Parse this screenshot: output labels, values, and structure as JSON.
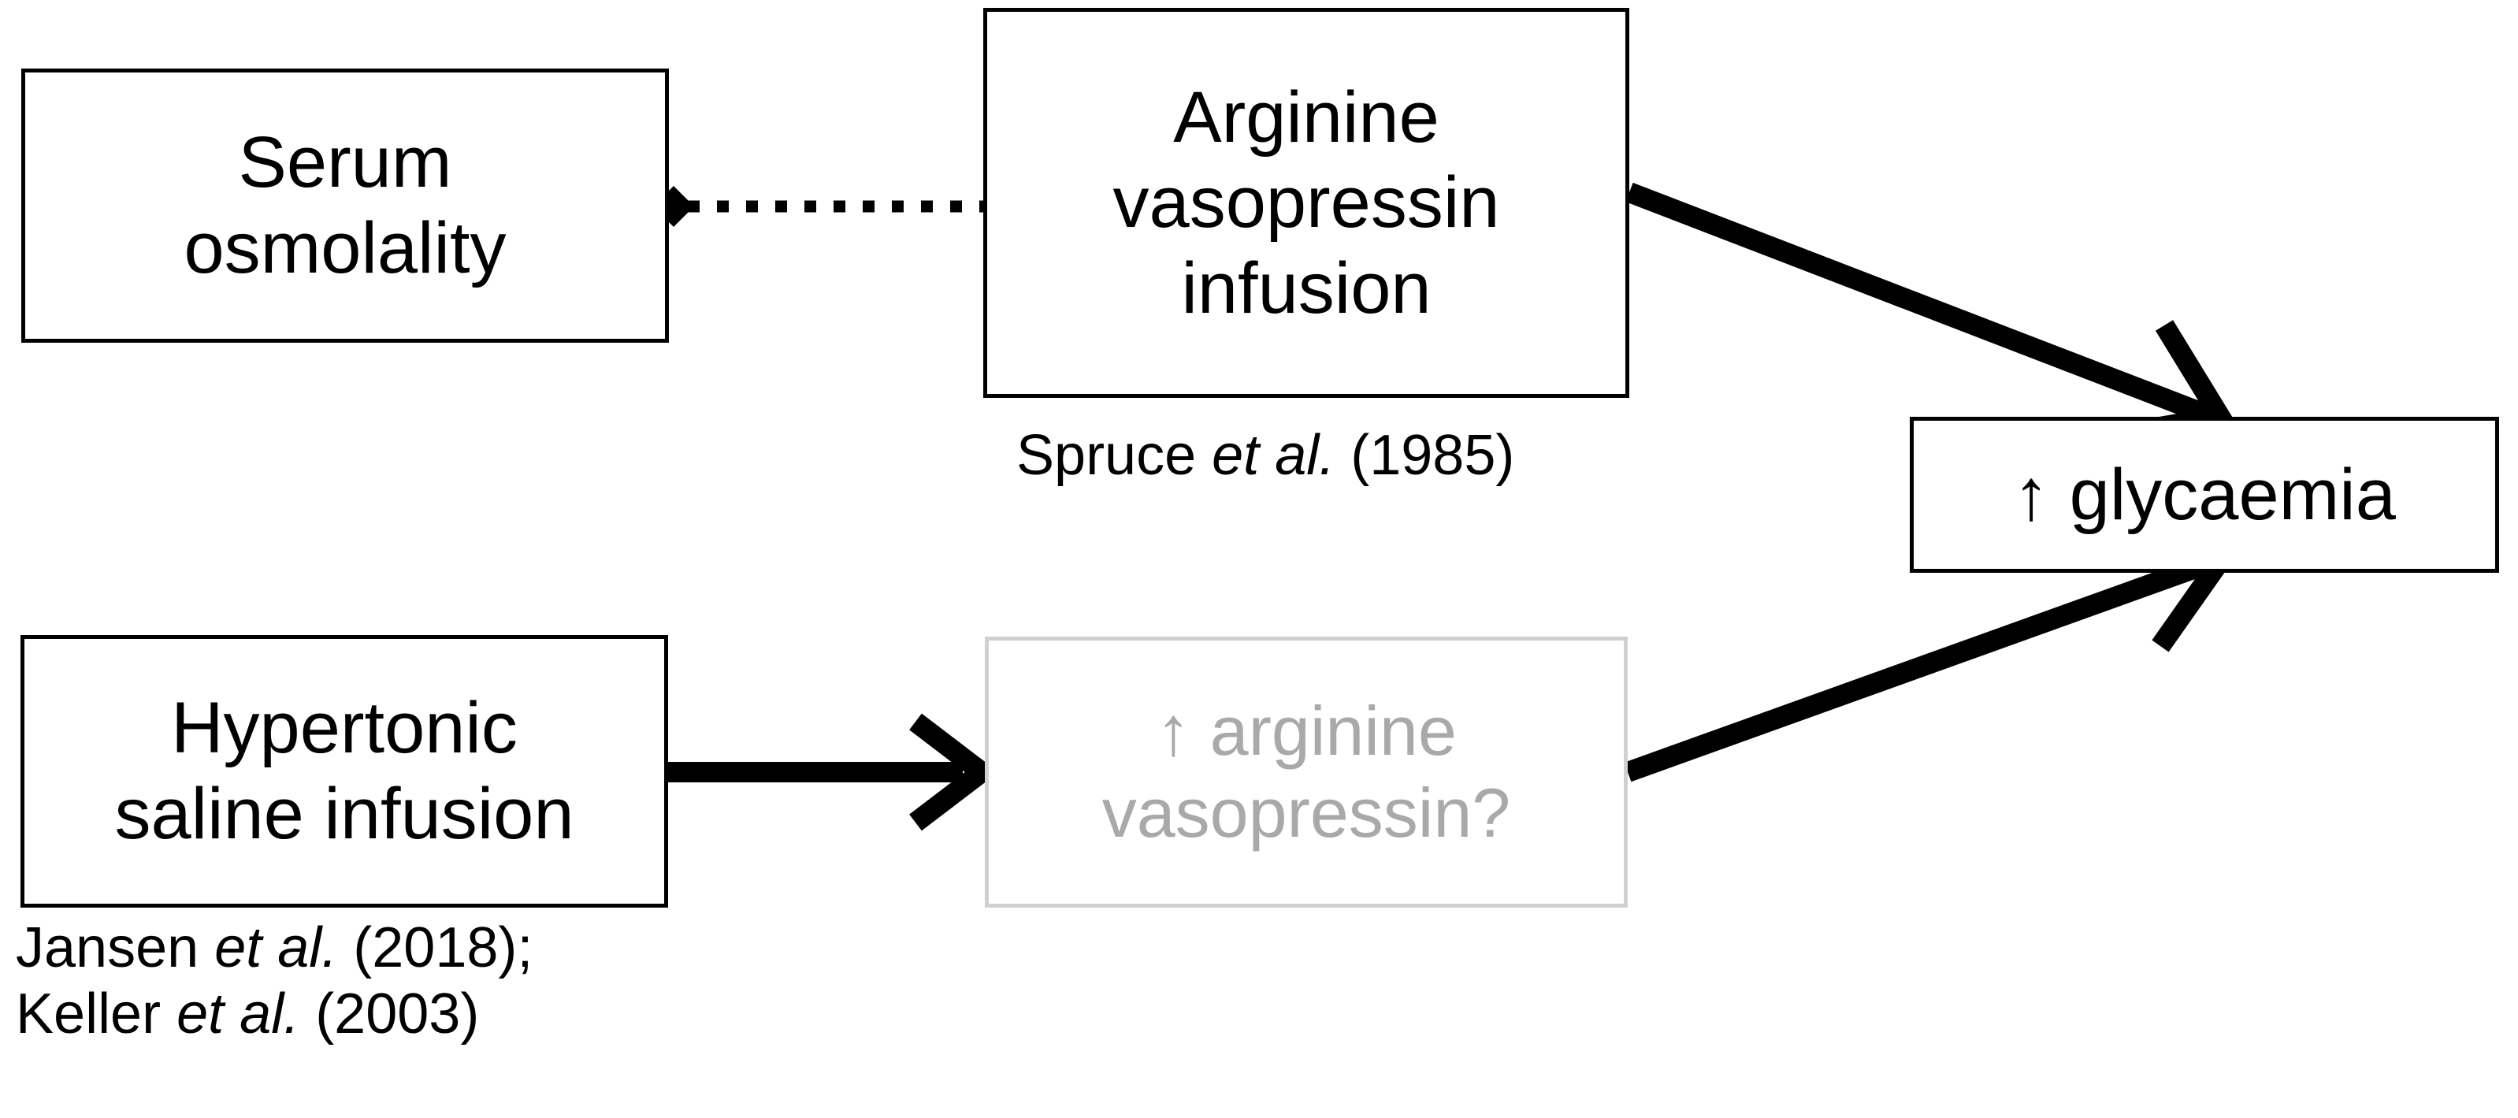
{
  "figure": {
    "background": "#ffffff",
    "ink": "#000000",
    "ghost_border": "#d0d0d0",
    "ghost_text": "#a9a9a9"
  },
  "nodes": {
    "serum_osmolality": {
      "label": "Serum\nosmolality",
      "style": "solid"
    },
    "avp_infusion": {
      "label": "Arginine\nvasopressin\ninfusion",
      "style": "solid"
    },
    "glycaemia": {
      "label": "↑ glycaemia",
      "style": "solid"
    },
    "hypertonic_saline": {
      "label": "Hypertonic\nsaline infusion",
      "style": "solid"
    },
    "avp_question": {
      "label": "↑ arginine\nvasopressin?",
      "style": "ghost"
    }
  },
  "captions": {
    "spruce": {
      "author": "Spruce ",
      "etal": "et al.",
      "year": " (1985)"
    },
    "jansen_keller": {
      "line1_author": "Jansen ",
      "line1_etal": "et al.",
      "line1_year": " (2018);",
      "line2_author": "Keller ",
      "line2_etal": "et al.",
      "line2_year": " (2003)"
    }
  },
  "edges": [
    {
      "name": "serum-osmolality-to-avp-infusion",
      "style": "dotted",
      "start_marker": "diamond",
      "end_marker": "none"
    },
    {
      "name": "avp-infusion-to-glycaemia",
      "style": "solid",
      "start_marker": "none",
      "end_marker": "open-arrow"
    },
    {
      "name": "hypertonic-saline-to-avp-question",
      "style": "solid",
      "start_marker": "none",
      "end_marker": "open-arrow"
    },
    {
      "name": "avp-question-to-glycaemia",
      "style": "solid",
      "start_marker": "none",
      "end_marker": "open-arrow"
    }
  ]
}
